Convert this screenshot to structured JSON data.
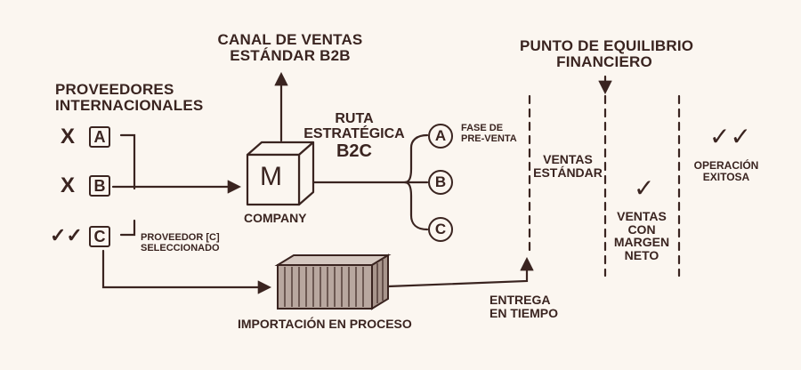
{
  "labels": {
    "canal": [
      "CANAL DE VENTAS",
      "ESTÁNDAR B2B"
    ],
    "punto": [
      "PUNTO DE EQUILIBRIO",
      "FINANCIERO"
    ],
    "proveedores": [
      "PROVEEDORES",
      "INTERNACIONALES"
    ],
    "ruta": [
      "RUTA",
      "ESTRATÉGICA",
      "B2C"
    ],
    "fase": [
      "FASE DE",
      "PRE-VENTA"
    ],
    "company": "COMPANY",
    "company_letter": "M",
    "proveedor_sel": [
      "PROVEEDOR [C]",
      "SELECCIONADO"
    ],
    "importacion": "IMPORTACIÓN EN PROCESO",
    "entrega": [
      "ENTREGA",
      "EN TIEMPO"
    ],
    "ventas_estandar": [
      "VENTAS",
      "ESTÁNDAR"
    ],
    "ventas_margen": [
      "VENTAS",
      "CON",
      "MARGEN",
      "NETO"
    ],
    "operacion": [
      "OPERACIÓN",
      "EXITOSA"
    ]
  },
  "suppliers": [
    {
      "letter": "A",
      "status": "rejected",
      "mark": "X"
    },
    {
      "letter": "B",
      "status": "rejected",
      "mark": "X"
    },
    {
      "letter": "C",
      "status": "selected",
      "mark": "✓✓"
    }
  ],
  "options": [
    "A",
    "B",
    "C"
  ],
  "checks": {
    "margen": "✓",
    "operacion": "✓✓"
  },
  "icons": {
    "company": "company-box-icon",
    "container": "shipping-container-icon"
  },
  "colors": {
    "ink": "#3a2420",
    "background": "#fbf6f0",
    "container_fill": "#b8a79f"
  }
}
